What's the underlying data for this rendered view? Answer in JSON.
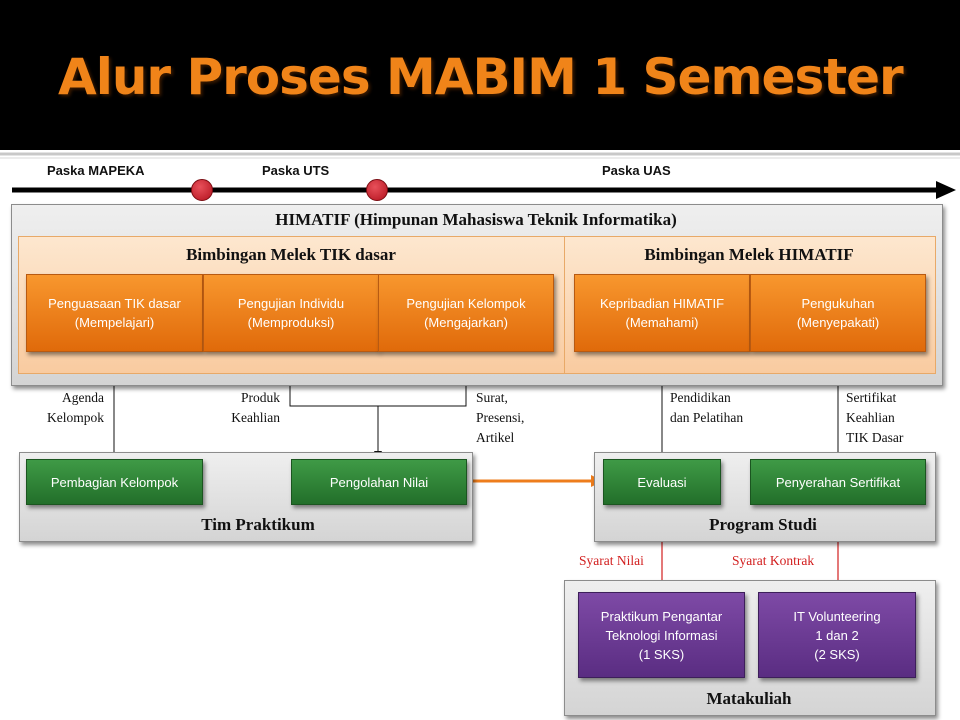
{
  "slide": {
    "title": "Alur Proses MABIM 1 Semester"
  },
  "timeline": {
    "phases": [
      "Paska MAPEKA",
      "Paska UTS",
      "Paska UAS"
    ]
  },
  "himatif": {
    "title": "HIMATIF (Himpunan Mahasiswa Teknik Informatika)",
    "tik": {
      "title": "Bimbingan Melek TIK dasar",
      "boxes": [
        {
          "line1": "Penguasaan TIK dasar",
          "line2": "(Mempelajari)"
        },
        {
          "line1": "Pengujian Individu",
          "line2": "(Memproduksi)"
        },
        {
          "line1": "Pengujian Kelompok",
          "line2": "(Mengajarkan)"
        }
      ]
    },
    "hima": {
      "title": "Bimbingan Melek HIMATIF",
      "boxes": [
        {
          "line1": "Kepribadian HIMATIF",
          "line2": "(Memahami)"
        },
        {
          "line1": "Pengukuhan",
          "line2": "(Menyepakati)"
        }
      ]
    }
  },
  "labels": {
    "agenda": [
      "Agenda",
      "Kelompok"
    ],
    "produk": [
      "Produk",
      "Keahlian"
    ],
    "surat": [
      "Surat,",
      "Presensi,",
      "Artikel"
    ],
    "pendidikan": [
      "Pendidikan",
      "dan Pelatihan"
    ],
    "sertifikat": [
      "Sertifikat",
      "Keahlian",
      "TIK Dasar"
    ],
    "syarat_nilai": "Syarat Nilai",
    "syarat_kontrak": "Syarat Kontrak"
  },
  "tim": {
    "title": "Tim Praktikum",
    "boxes": [
      "Pembagian Kelompok",
      "Pengolahan Nilai"
    ]
  },
  "prodi": {
    "title": "Program Studi",
    "boxes": [
      "Evaluasi",
      "Penyerahan Sertifikat"
    ]
  },
  "matakuliah": {
    "title": "Matakuliah",
    "boxes": [
      {
        "line1": "Praktikum Pengantar",
        "line2": "Teknologi Informasi",
        "line3": "(1 SKS)"
      },
      {
        "line1": "IT Volunteering",
        "line2": "1 dan 2",
        "line3": "(2 SKS)"
      }
    ]
  },
  "colors": {
    "title": "#f08419",
    "orange": "#ee7d1c",
    "green": "#2f8a37",
    "purple": "#6a3b94",
    "red_dot": "#c8202c"
  }
}
